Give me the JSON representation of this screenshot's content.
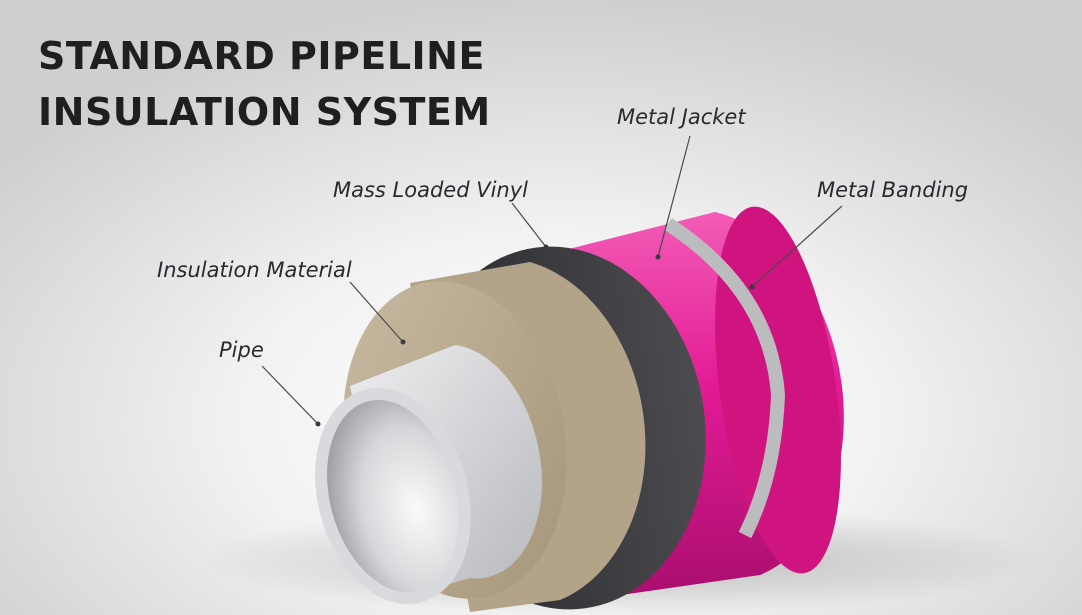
{
  "title": {
    "line1": "STANDARD PIPELINE",
    "line2": "INSULATION SYSTEM"
  },
  "labels": {
    "metal_jacket": "Metal Jacket",
    "mass_loaded_vinyl": "Mass Loaded Vinyl",
    "metal_banding": "Metal Banding",
    "insulation_material": "Insulation Material",
    "pipe": "Pipe"
  },
  "colors": {
    "jacket": "#e31b96",
    "vinyl": "#3a3a3e",
    "insulation": "#bdae95",
    "pipe": "#c8c9cc",
    "banding": "#bcbcbf",
    "title": "#1f1f22"
  }
}
